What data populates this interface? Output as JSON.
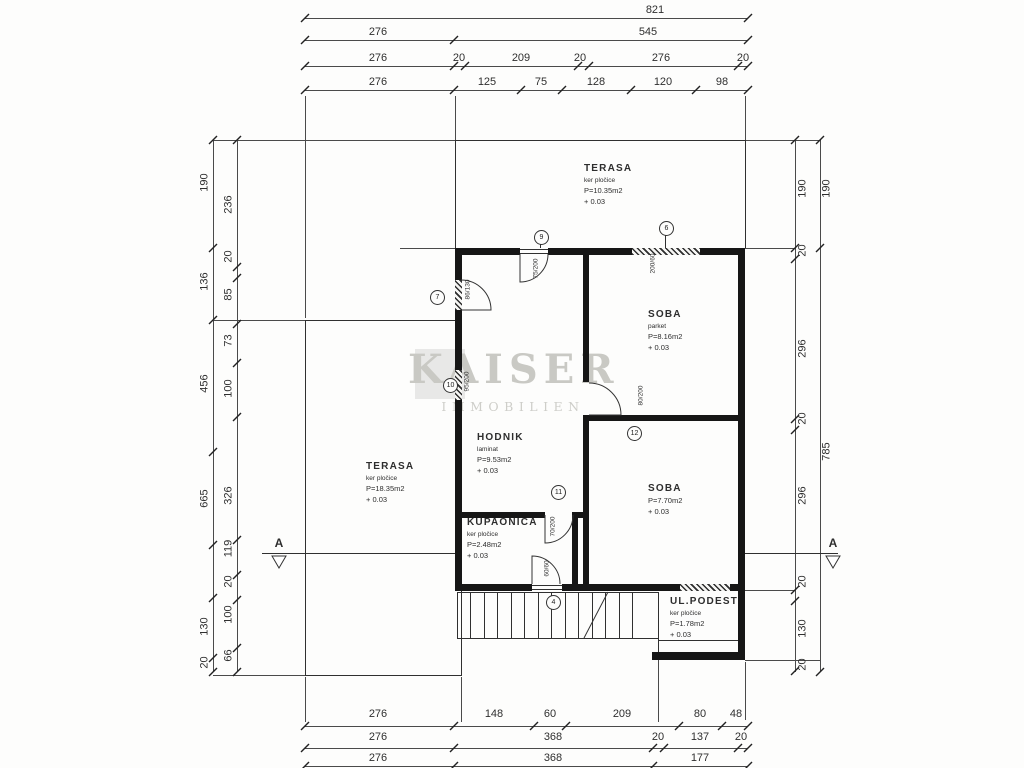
{
  "watermark": {
    "line1": "KAISER",
    "line2": "IMMOBILIEN"
  },
  "section": {
    "label": "A"
  },
  "rooms": [
    {
      "name": "TERASA",
      "finish": "ker pločice",
      "area": "P=10.35m2",
      "level": "+ 0.03"
    },
    {
      "name": "SOBA",
      "finish": "parket",
      "area": "P=8.16m2",
      "level": "+ 0.03"
    },
    {
      "name": "TERASA",
      "finish": "ker pločice",
      "area": "P=18.35m2",
      "level": "+ 0.03"
    },
    {
      "name": "HODNIK",
      "finish": "laminat",
      "area": "P=9.53m2",
      "level": "+ 0.03"
    },
    {
      "name": "KUPAONICA",
      "finish": "ker pločice",
      "area": "P=2.48m2",
      "level": "+ 0.03"
    },
    {
      "name": "SOBA",
      "area": "P=7.70m2",
      "level": "+ 0.03"
    },
    {
      "name": "UL.PODEST",
      "finish": "ker pločice",
      "area": "P=1.78m2",
      "level": "+ 0.03"
    }
  ],
  "openings": [
    {
      "num": "7",
      "tag": "86/130"
    },
    {
      "num": "9",
      "tag": "75/200"
    },
    {
      "num": "6",
      "tag": "200/60"
    },
    {
      "num": "10",
      "tag": "95/200"
    },
    {
      "num": "12",
      "tag": "80/200"
    },
    {
      "num": "11",
      "tag": "70/200"
    },
    {
      "num": "4",
      "tag": "60/60"
    }
  ],
  "dims": {
    "t0": [
      "821"
    ],
    "t1": [
      "276",
      "545"
    ],
    "t2": [
      "276",
      "20",
      "209",
      "20",
      "276",
      "20"
    ],
    "t3": [
      "276",
      "125",
      "75",
      "128",
      "120",
      "98"
    ],
    "b0": [
      "276",
      "148",
      "60",
      "209",
      "80",
      "48"
    ],
    "b1": [
      "276",
      "368",
      "20",
      "137",
      "20"
    ],
    "b2": [
      "276",
      "368",
      "177"
    ],
    "lo": [
      "190",
      "136",
      "456",
      "665",
      "130",
      "20"
    ],
    "li": [
      "236",
      "20",
      "85",
      "73",
      "100",
      "326",
      "119",
      "20",
      "100",
      "66"
    ],
    "ri": [
      "190",
      "20",
      "296",
      "20",
      "296",
      "20",
      "130",
      "20"
    ],
    "ro": [
      "190",
      "785"
    ]
  }
}
